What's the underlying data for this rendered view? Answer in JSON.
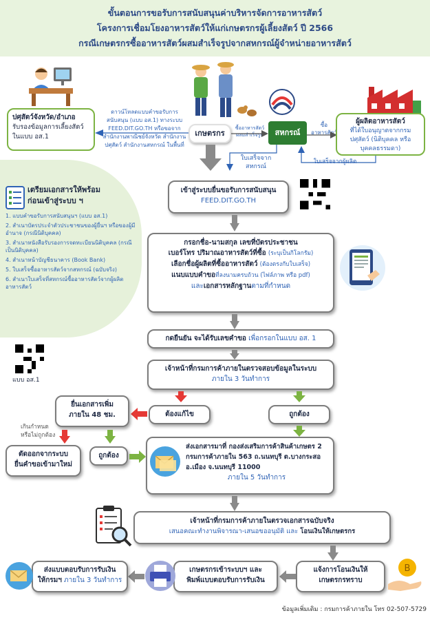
{
  "header": {
    "line1": "ขั้นตอนการขอรับการสนับสนุนค่าบริหารจัดการอาหารสัตว์",
    "line2": "โครงการเชื่อมโยงอาหารสัตว์ให้แก่เกษตรกรผู้เลี้ยงสัตว์ ปี 2566",
    "line3": "กรณีเกษตรกรซื้ออาหารสัตว์ผสมสำเร็จรูปจากสหกรณ์ผู้จำหน่ายอาหารสัตว์"
  },
  "livestock_office": {
    "title": "ปศุสัตว์จังหวัด/อำเภอ",
    "desc": "รับรองข้อมูลการเลี้ยงสัตว์ในแบบ อส.1"
  },
  "download_note": "ดาวน์โหลดแบบคำขอรับการสนับสนุน (แบบ อส.1) ทางระบบ FEED.DIT.GO.TH หรือขอจากสำนักงานพาณิชย์จังหวัด สำนักงานปศุสัตว์ สำนักงานสหกรณ์ ในพื้นที่",
  "farmer": {
    "label": "เกษตรกร"
  },
  "coop": {
    "label": "สหกรณ์"
  },
  "buy_feed_label": "ซื้ออาหารสัตว์ผสมสำเร็จรูป",
  "buy_label": "ซื้อ\nอาหารสัตว์",
  "receipt_from_coop": "ใบเสร็จจาก\nสหกรณ์",
  "receipt_from_producer": "ใบเสร็จจากผู้ผลิต",
  "producer": {
    "title": "ผู้ผลิตอาหารสัตว์",
    "desc": "ที่ได้ใบอนุญาตจากกรมปศุสัตว์ (นิติบุคคล หรือ บุคคลธรรมดา)"
  },
  "prepare": {
    "title": "เตรียมเอกสารให้พร้อม\nก่อนเข้าสู่ระบบ ฯ",
    "items": [
      "1. แบบคำขอรับการสนับสนุนฯ (แบบ อส.1)",
      "2. สำเนาบัตรประจำตัวประชาชนของผู้ยื่นฯ หรือของผู้มีอำนาจ (กรณีนิติบุคคล)",
      "3. สำเนาหนังสือรับรองการจดทะเบียนนิติบุคคล (กรณีเป็นนิติบุคคล)",
      "4. สำเนาหน้าบัญชีธนาคาร (Book Bank)",
      "5. ใบเสร็จซื้ออาหารสัตว์จากสหกรณ์ (ฉบับจริง)",
      "6. สำเนาใบเสร็จที่สหกรณ์ซื้ออาหารสัตว์จากผู้ผลิตอาหารสัตว์"
    ],
    "qr_label": "แบบ อส.1"
  },
  "step_login": {
    "line1": "เข้าสู่ระบบยื่นขอรับการสนับสนุน",
    "line2": "FEED.DIT.GO.TH"
  },
  "step_fill": {
    "l1": "กรอกชื่อ-นามสกุล เลขที่บัตรประชาชน",
    "l2a": "เบอร์โทร ปริมาณอาหารสัตว์ที่ซื้อ",
    "l2b": "(ระบุเป็นกิโลกรัม)",
    "l3a": "เลือกชื่อผู้ผลิตที่ซื้ออาหารสัตว์",
    "l3b": "(ต้องตรงกับใบเสร็จ)",
    "l4a": "แนบแบบคำขอ",
    "l4b": "ที่ลงนามครบถ้วน (ไฟล์ภาพ หรือ pdf)",
    "l5a": "และ",
    "l5b": "เอกสารหลักฐาน",
    "l5c": "ตามที่กำหนด"
  },
  "step_confirm": {
    "bold": "กดยืนยัน จะได้รับเลขคำขอ",
    "rest": "เพื่อกรอกในแบบ อส. 1"
  },
  "step_check": {
    "l1": "เจ้าหน้าที่กรมการค้าภายในตรวจสอบข้อมูลในระบบ",
    "l2": "ภายใน 3 วันทำการ"
  },
  "must_fix": "ต้องแก้ไข",
  "correct": "ถูกต้อง",
  "submit_more": {
    "l1": "ยื่นเอกสารเพิ่ม",
    "l2": "ภายใน 48 ชม."
  },
  "overdue_label": "เกินกำหนด\nหรือไม่ถูกต้อง",
  "correct2": "ถูกต้อง",
  "cutoff": {
    "l1": "ตัดออกจากระบบ",
    "l2": "ยื่นคำขอเข้ามาใหม่"
  },
  "send_docs": {
    "l1": "ส่งเอกสารมาที่ กองส่งเสริมการค้าสินค้าเกษตร 2",
    "l2": "กรมการค้าภายใน 563 ถ.นนทบุรี ต.บางกระสอ",
    "l3": "อ.เมือง จ.นนทบุรี 11000",
    "l4": "ภายใน 5 วันทำการ"
  },
  "verify_original": {
    "l1": "เจ้าหน้าที่กรมการค้าภายในตรวจเอกสารฉบับจริง",
    "l2a": "เสนอคณะทำงานพิจารณา-เสนอขออนุมัติ  และ ",
    "l2b": "โอนเงินให้เกษตรกร"
  },
  "notify": {
    "l1": "แจ้งการโอนเงินให้",
    "l2": "เกษตรกรทราบ"
  },
  "farmer_print": {
    "l1": "เกษตรกรเข้าระบบฯ และ",
    "l2": "พิมพ์แบบตอบรับการรับเงิน"
  },
  "send_receipt": {
    "l1": "ส่งแบบตอบรับการรับเงิน",
    "l2a": "ให้กรมฯ",
    "l2b": " ภายใน 3 วันทำการ"
  },
  "footer": "ข้อมูลเพิ่มเติม : กรมการค้าภายใน โทร 02-507-5729",
  "colors": {
    "green": "#7cb342",
    "red": "#e53935",
    "gray_arrow": "#8a8a8a",
    "title_blue": "#2d4a86",
    "link_blue": "#2f63b5"
  }
}
